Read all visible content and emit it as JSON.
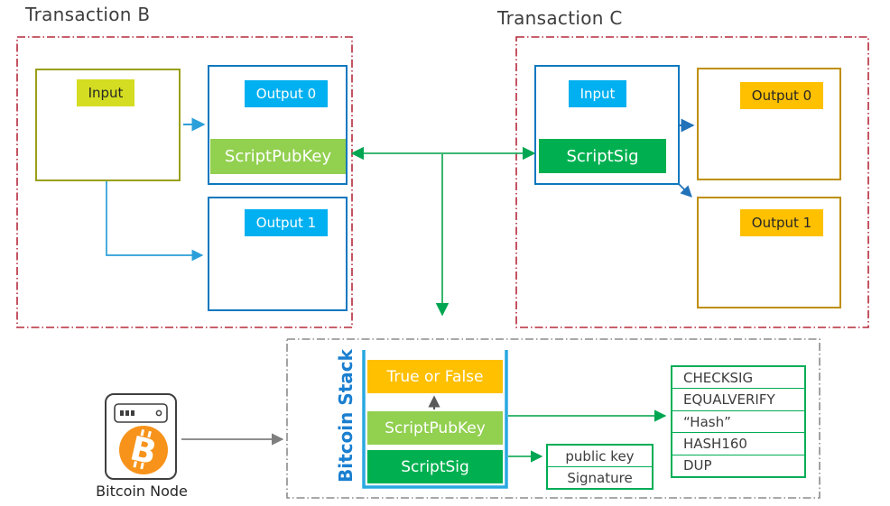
{
  "transaction_b": {
    "title": "Transaction B",
    "input_label": "Input",
    "output0_label": "Output 0",
    "scriptpubkey_label": "ScriptPubKey",
    "output1_label": "Output 1"
  },
  "transaction_c": {
    "title": "Transaction C",
    "input_label": "Input",
    "scriptsig_label": "ScriptSig",
    "output0_label": "Output 0",
    "output1_label": "Output 1"
  },
  "bitcoin_stack": {
    "title": "Bitcoin Stack",
    "items": [
      "True or False",
      "ScriptPubKey",
      "ScriptSig"
    ]
  },
  "opcode_list": [
    "CHECKSIG",
    "EQUALVERIFY",
    "“Hash”",
    "HASH160",
    "DUP"
  ],
  "sig_list": [
    "public key",
    "Signature"
  ],
  "bitcoin_node": {
    "label": "Bitcoin Node"
  },
  "colors": {
    "tx_container_border": "#b62a3c",
    "box_blue": "#0d78bf",
    "label_cyan": "#00b0f0",
    "input_chartreuse": "#d4dd21",
    "input_olive_border": "#9aa019",
    "scriptpubkey_green": "#92d050",
    "scriptsig_green": "#00b050",
    "amber": "#ffc000",
    "amber_border": "#bf8f00",
    "stack_bracket_blue": "#29a8e0",
    "stack_title_blue": "#1a7fd0",
    "arrow_green": "#21ae5f",
    "arrow_gray": "#7f7f7f",
    "bitcoin_orange": "#f7931a"
  }
}
